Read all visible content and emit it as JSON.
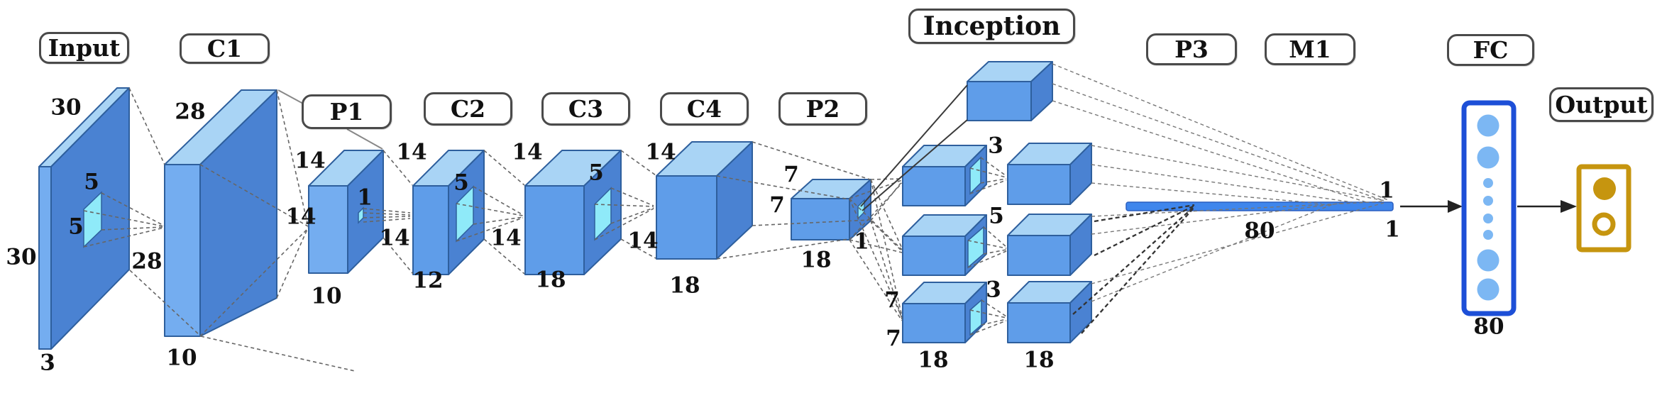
{
  "pills": {
    "input": "Input",
    "c1": "C1",
    "p1": "P1",
    "c2": "C2",
    "c3": "C3",
    "c4": "C4",
    "p2": "P2",
    "inception": "Inception",
    "p3": "P3",
    "m1": "M1",
    "fc": "FC",
    "output": "Output"
  },
  "dims": {
    "input": {
      "width": "30",
      "height": "30",
      "depth": "3",
      "kernel_w": "5",
      "kernel_h": "5"
    },
    "c1": {
      "width": "28",
      "height": "28",
      "depth": "10"
    },
    "p1": {
      "width": "14",
      "height": "14",
      "depth": "10",
      "kernel": "1"
    },
    "c2": {
      "width": "14",
      "height": "14",
      "depth": "12",
      "kernel": "5"
    },
    "c3": {
      "width": "14",
      "height": "14",
      "depth": "18",
      "kernel": "5"
    },
    "c4": {
      "width": "14",
      "height": "14",
      "depth": "18"
    },
    "p2": {
      "width": "7",
      "height": "7",
      "depth": "18",
      "kernel": "1"
    },
    "inception": {
      "branch1_kernel": "3",
      "branch2_kernel": "5",
      "branch3_kernel": "3",
      "branch3_width": "7",
      "branch3_height": "7",
      "col1_depth": "18",
      "col2_depth": "18"
    },
    "m1": {
      "length": "80",
      "height": "1",
      "depth": "1"
    },
    "fc": {
      "units": "80"
    }
  },
  "colors": {
    "face_top": "#a9d4f5",
    "face_front": "#5f9de9",
    "face_side_dark": "#4a82d2",
    "face_strip": "#74adf0",
    "kernel_patch": "#8feaf9",
    "block_outline": "#2e5f9d",
    "merge_bar": "#3f86ec",
    "merge_bar_edge": "#2a5fc0",
    "fc_border": "#1d4fd7",
    "neuron_fill": "#7cb7f3",
    "output_gold": "#c6950f",
    "connector_gray": "#666666",
    "pill_border": "#4a4a4a",
    "text": "#111111"
  }
}
